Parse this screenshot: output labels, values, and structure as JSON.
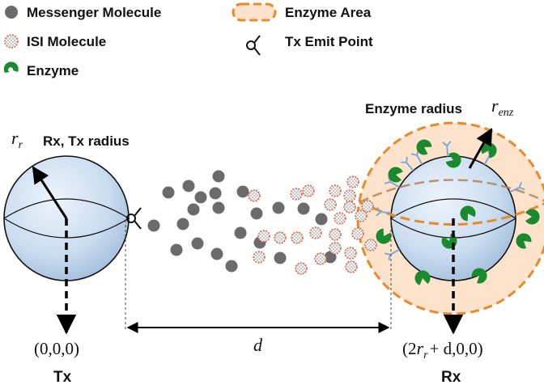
{
  "legend": {
    "messenger": "Messenger Molecule",
    "isi": "ISI Molecule",
    "enzyme": "Enzyme",
    "enzyme_area": "Enzyme Area",
    "emit_point": "Tx Emit Point"
  },
  "labels": {
    "rr_symbol": "r",
    "rr_subscript": "r",
    "rx_tx_radius": "Rx, Tx radius",
    "enzyme_radius": "Enzyme radius",
    "renz_symbol": "r",
    "renz_subscript": "enz",
    "distance": "d",
    "tx_coord": "(0,0,0)",
    "rx_coord_prefix": "(2",
    "rx_coord_r": "r",
    "rx_coord_sub": "r",
    "rx_coord_suffix": "+ d,0,0)",
    "tx": "Tx",
    "rx": "Rx"
  },
  "colors": {
    "messenger": "#6b6b6b",
    "isi_stroke": "#e05a3a",
    "enzyme": "#1a8a2e",
    "enzyme_area_fill": "#fde3cc",
    "enzyme_area_border": "#e8892a",
    "sphere_fill": "#c9dcf0",
    "receptor": "#7fa9d4"
  }
}
